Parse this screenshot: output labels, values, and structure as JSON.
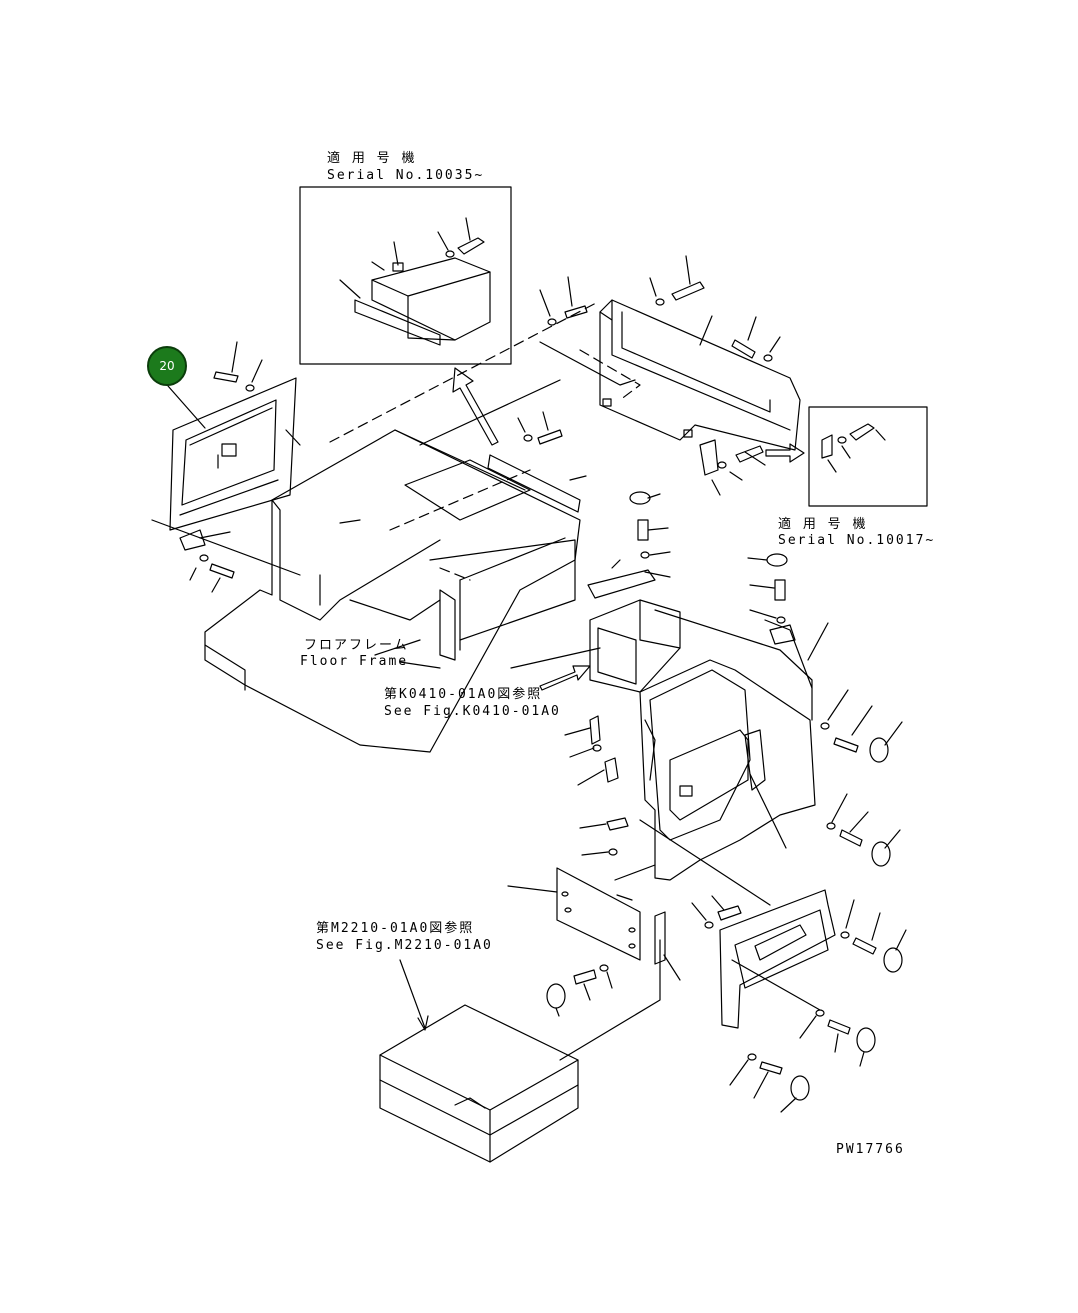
{
  "callout": {
    "number": "20",
    "color": "#1c7a1c"
  },
  "inset_top": {
    "title_jp": "適 用 号 機",
    "serial": "Serial No.10035~"
  },
  "inset_right": {
    "title_jp": "適 用 号 機",
    "serial": "Serial No.10017~"
  },
  "floor_frame": {
    "jp": "フロアフレーム",
    "en": "Floor Frame"
  },
  "ref_k0410": {
    "jp": "第K0410-01A0図参照",
    "en": "See Fig.K0410-01A0"
  },
  "ref_m2210": {
    "jp": "第M2210-01A0図参照",
    "en": "See Fig.M2210-01A0"
  },
  "drawing_number": "PW17766"
}
